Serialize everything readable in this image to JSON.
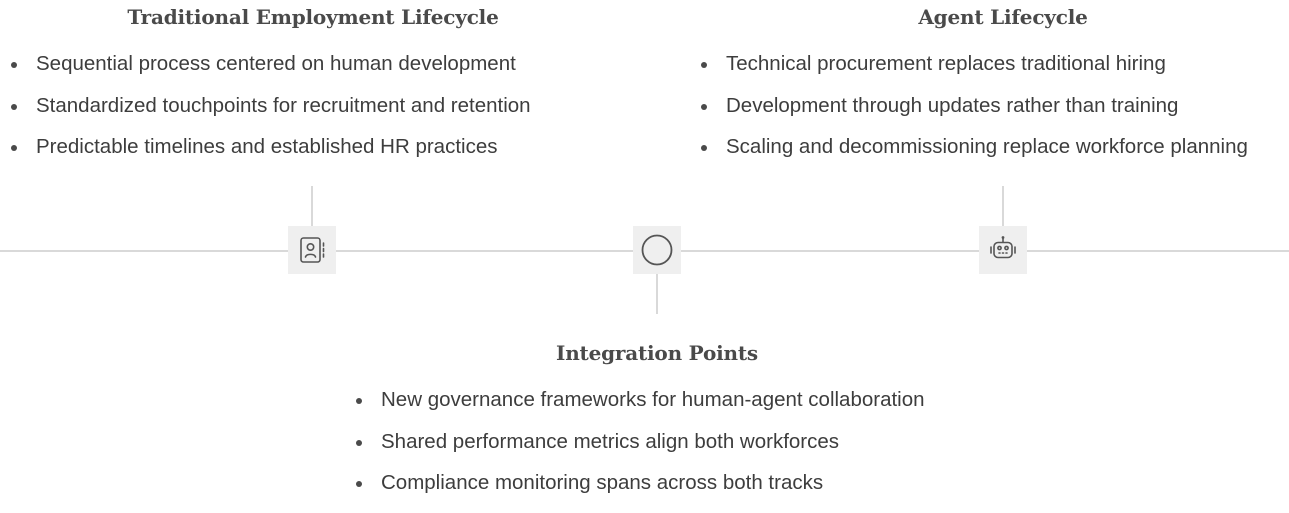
{
  "left": {
    "title": "Traditional Employment Lifecycle",
    "bullets": [
      "Sequential process centered on human development",
      "Standardized touchpoints for recruitment and retention",
      "Predictable timelines and established HR practices"
    ],
    "icon": "contact-book-icon"
  },
  "right": {
    "title": "Agent Lifecycle",
    "bullets": [
      "Technical procurement replaces traditional hiring",
      "Development through updates rather than training",
      "Scaling and decommissioning replace workforce planning"
    ],
    "icon": "robot-icon"
  },
  "bottom": {
    "title": "Integration Points",
    "bullets": [
      "New governance frameworks for human-agent collaboration",
      "Shared performance metrics align both workforces",
      "Compliance monitoring spans across both tracks"
    ],
    "icon": "circle-icon"
  },
  "colors": {
    "line": "#d9d9d9",
    "node_bg": "#efefef",
    "icon": "#555555",
    "text": "#3d3d3d"
  }
}
